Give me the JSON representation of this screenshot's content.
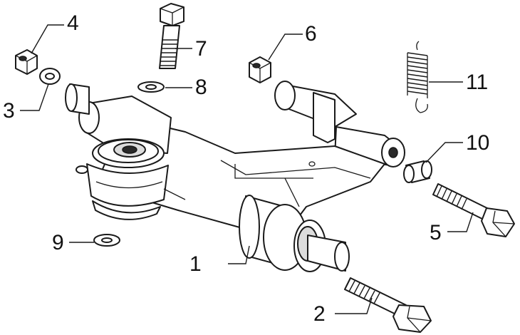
{
  "diagram": {
    "callouts": {
      "c1": "1",
      "c2": "2",
      "c3": "3",
      "c4": "4",
      "c5": "5",
      "c6": "6",
      "c7": "7",
      "c8": "8",
      "c9": "9",
      "c10": "10",
      "c11": "11"
    },
    "colors": {
      "line": "#1a1a1a",
      "fill": "#ffffff",
      "shade": "#dcdcdc"
    }
  }
}
